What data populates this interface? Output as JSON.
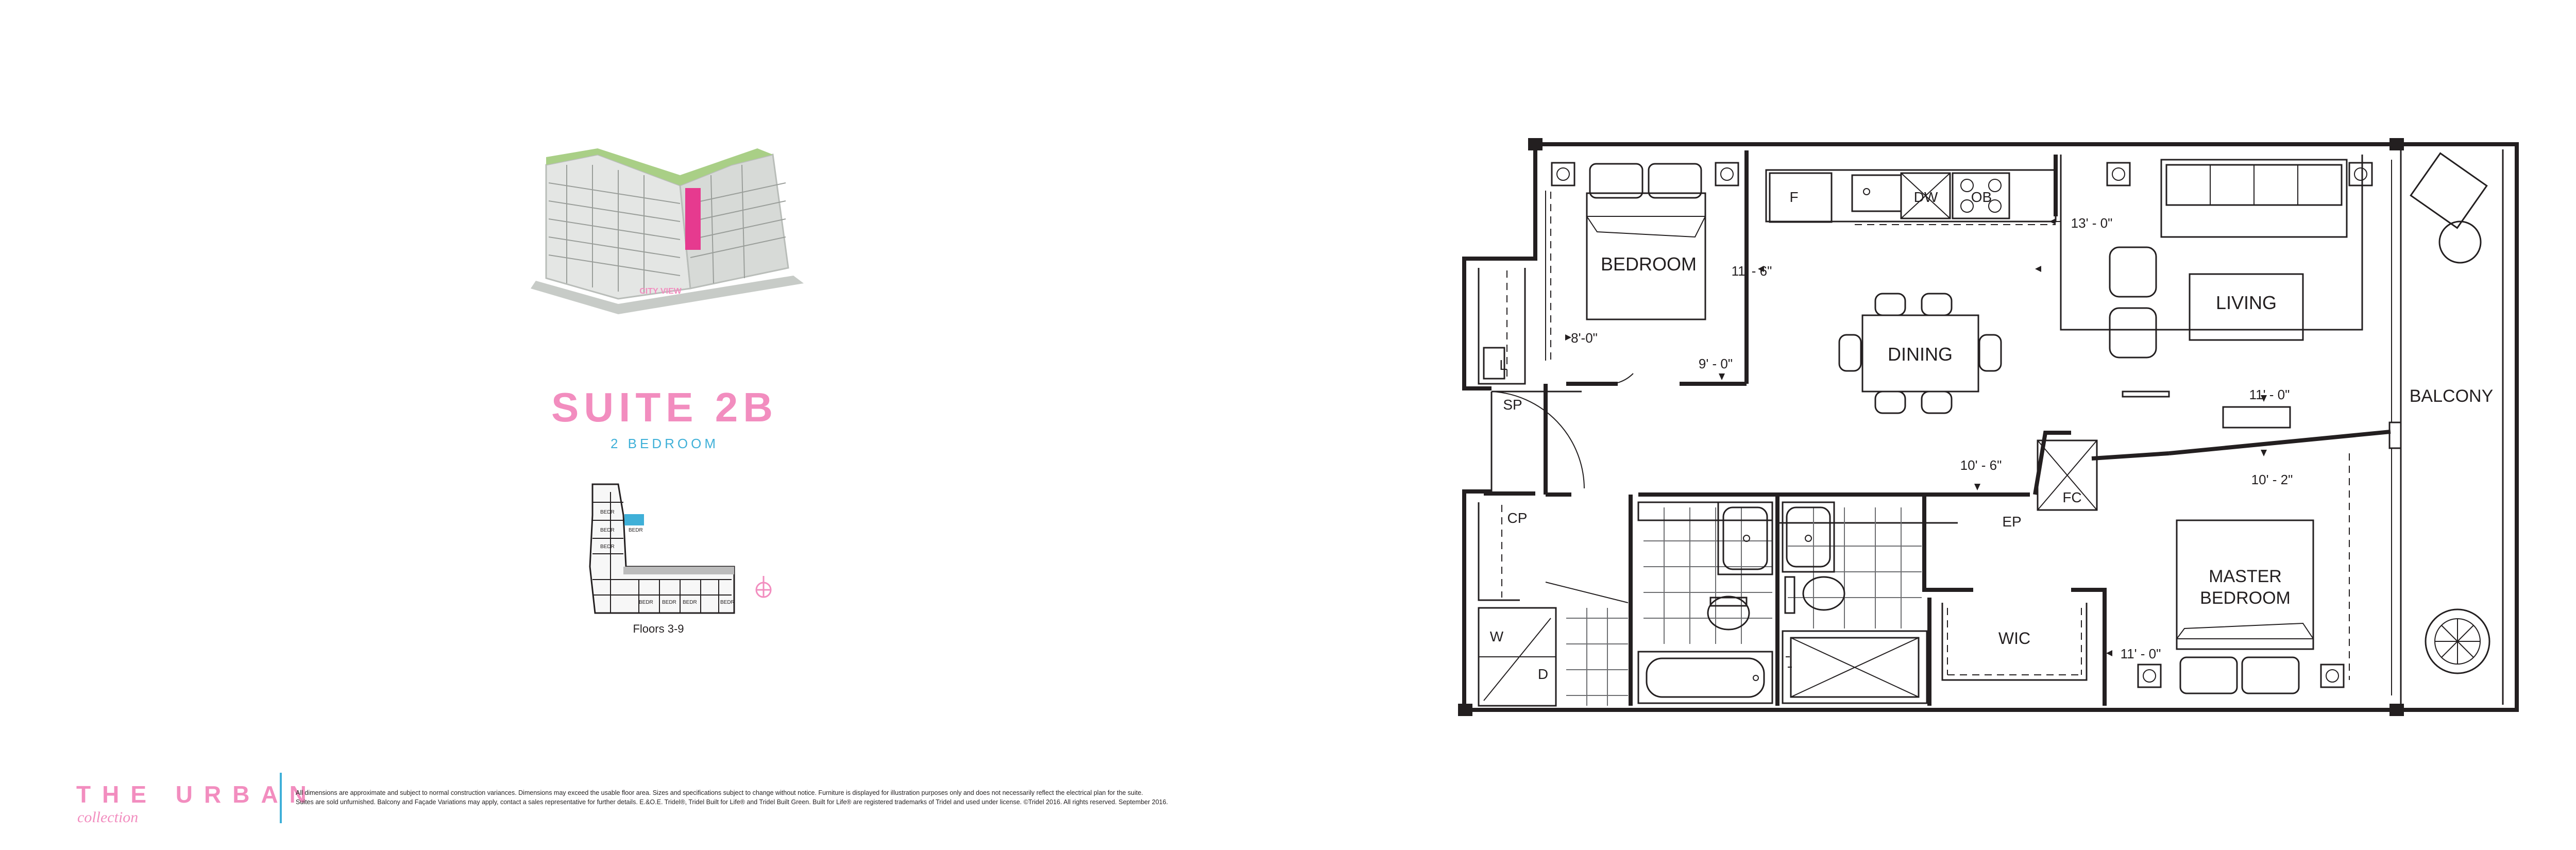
{
  "keyplan": {
    "building_caption": "CITY VIEW",
    "suite_title": "SUITE 2B",
    "suite_subtitle": "2 BEDROOM",
    "floors_label": "Floors 3-9"
  },
  "floorplan": {
    "rooms": {
      "bedroom": "BEDROOM",
      "dining": "DINING",
      "living": "LIVING",
      "balcony": "BALCONY",
      "master_line1": "MASTER",
      "master_line2": "BEDROOM",
      "wic": "WIC"
    },
    "fixtures": {
      "fridge": "F",
      "dishwasher": "DW",
      "oven": "OB",
      "linen": "L",
      "shelf": "SP",
      "closet": "CP",
      "washer": "W",
      "dryer": "D",
      "fan_coil": "FC",
      "electrical_panel": "EP"
    },
    "dimensions": {
      "living": "13' - 0\"",
      "bedroom_depth": "11' - 6\"",
      "bedroom_width": "8'-0\"",
      "dining": "9' - 0\"",
      "living_width": "11' - 0\"",
      "dining_depth": "10' - 6\"",
      "master_depth": "10' - 2\"",
      "master_width": "11' - 0\""
    }
  },
  "footer": {
    "brand_title": "THE URBAN",
    "brand_sub": "collection",
    "disclaimer_line1": "All dimensions are approximate and subject to normal construction variances. Dimensions may exceed the usable floor area. Sizes and specifications subject to change without notice. Furniture is displayed for illustration purposes only and does not necessarily reflect the electrical plan for the suite.",
    "disclaimer_line2": "Suites are sold unfurnished. Balcony and Façade Variations may apply, contact a sales representative for further details. E.&O.E. Tridel®, Tridel Built for Life® and Tridel Built Green. Built for Life® are registered trademarks of Tridel and used under license. ©Tridel 2016. All rights reserved. September 2016."
  },
  "colors": {
    "accent_pink": "#f28dbf",
    "accent_cyan": "#3fb0d8",
    "ink": "#231f20"
  }
}
